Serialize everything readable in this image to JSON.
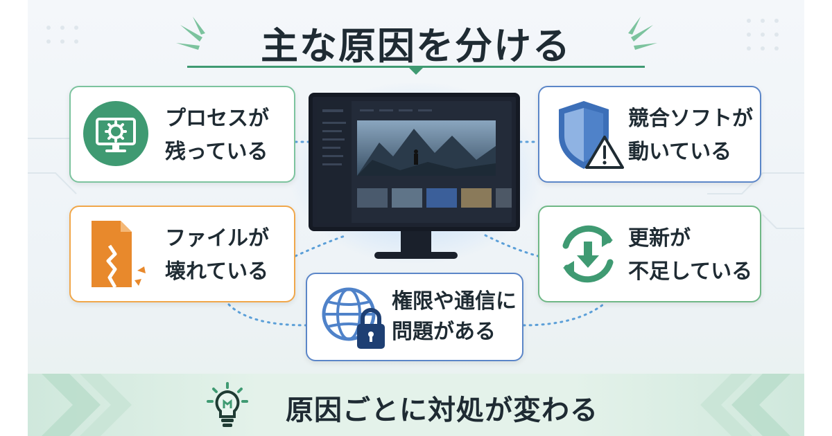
{
  "title": "主な原因を分ける",
  "causes": [
    {
      "line1": "プロセスが",
      "line2": "残っている",
      "icon": "monitor-gear-icon",
      "color": "#3f9a72"
    },
    {
      "line1": "競合ソフトが",
      "line2": "動いている",
      "icon": "shield-warning-icon",
      "color": "#3c6fb8"
    },
    {
      "line1": "ファイルが",
      "line2": "壊れている",
      "icon": "broken-file-icon",
      "color": "#e8892c"
    },
    {
      "line1": "更新が",
      "line2": "不足している",
      "icon": "update-download-icon",
      "color": "#3f9a72"
    },
    {
      "line1": "権限や通信に",
      "line2": "問題がある",
      "icon": "globe-lock-icon",
      "color": "#3c6fb8"
    }
  ],
  "footer": {
    "text": "原因ごとに対処が変わる",
    "icon": "lightbulb-icon"
  },
  "center": {
    "icon": "monitor-icon"
  }
}
